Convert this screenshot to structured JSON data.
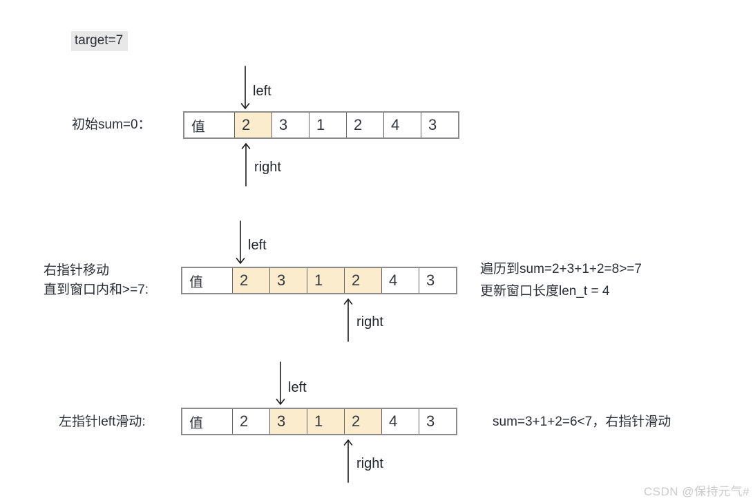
{
  "title": {
    "target_label": "target=7"
  },
  "colors": {
    "highlight": "#FAECCD",
    "target_badge_bg": "#E8E8E8",
    "table_border": "#8A8A8A",
    "text": "#2B2F36",
    "watermark": "#CBCBCB"
  },
  "stages": [
    {
      "label_lines": [
        "初始sum=0："
      ],
      "cells": [
        "值",
        "2",
        "3",
        "1",
        "2",
        "4",
        "3"
      ],
      "highlighted_cell_indexes": [
        1
      ],
      "left_pointer_label": "left",
      "right_pointer_label": "right",
      "note_lines": []
    },
    {
      "label_lines": [
        "右指针移动",
        "直到窗口内和>=7:"
      ],
      "cells": [
        "值",
        "2",
        "3",
        "1",
        "2",
        "4",
        "3"
      ],
      "highlighted_cell_indexes": [
        1,
        2,
        3,
        4
      ],
      "left_pointer_label": "left",
      "right_pointer_label": "right",
      "note_lines": [
        "遍历到sum=2+3+1+2=8>=7",
        "更新窗口长度len_t = 4"
      ]
    },
    {
      "label_lines": [
        "左指针left滑动:"
      ],
      "cells": [
        "值",
        "2",
        "3",
        "1",
        "2",
        "4",
        "3"
      ],
      "highlighted_cell_indexes": [
        2,
        3,
        4
      ],
      "left_pointer_label": "left",
      "right_pointer_label": "right",
      "note_lines": [
        "sum=3+1+2=6<7，右指针滑动"
      ]
    }
  ],
  "watermark": "CSDN @保持元气#"
}
